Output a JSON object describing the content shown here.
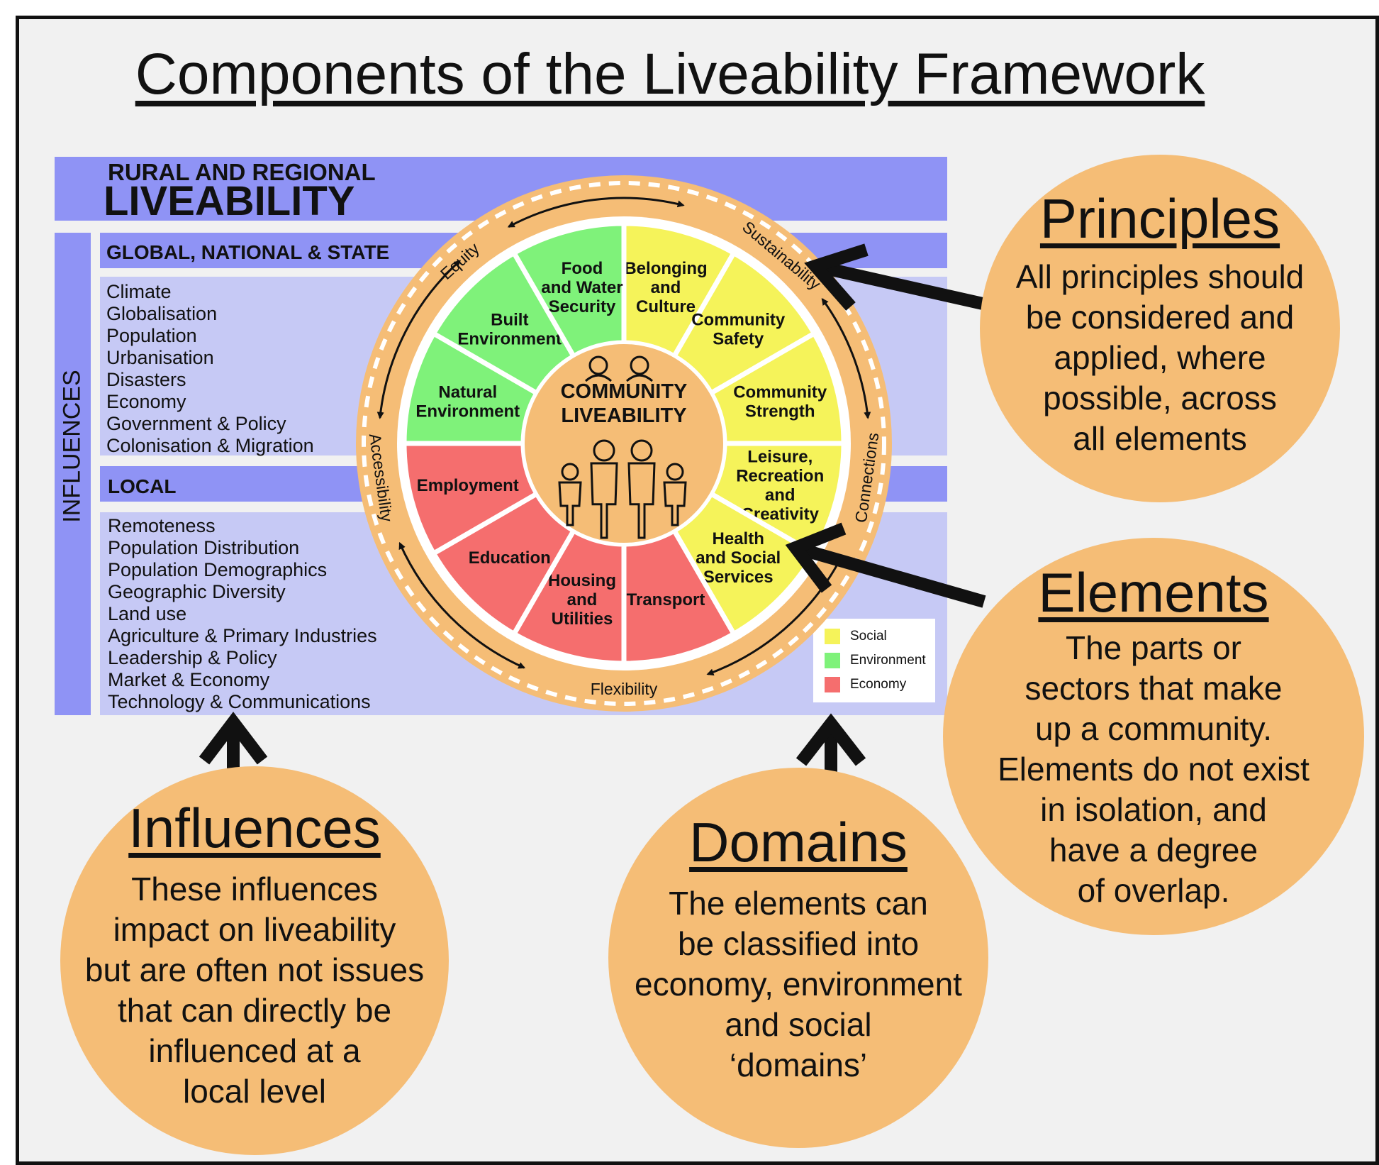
{
  "title": "Components of the Liveability Framework",
  "top_banner": {
    "line1": "RURAL AND REGIONAL",
    "line2": "LIVEABILITY"
  },
  "influences_label": "INFLUENCES",
  "global_section": {
    "header": "GLOBAL, NATIONAL & STATE",
    "items": [
      "Climate",
      "Globalisation",
      "Population",
      "Urbanisation",
      "Disasters",
      "Economy",
      "Government & Policy",
      "Colonisation & Migration"
    ]
  },
  "local_section": {
    "header": "LOCAL",
    "items": [
      "Remoteness",
      "Population Distribution",
      "Population Demographics",
      "Geographic Diversity",
      "Land use",
      "Agriculture & Primary Industries",
      "Leadership & Policy",
      "Market & Economy",
      "Technology & Communications"
    ]
  },
  "wheel": {
    "center_lines": [
      "COMMUNITY",
      "LIVEABILITY"
    ],
    "principles": [
      "Equity",
      "Sustainability",
      "Connections",
      "Flexibility",
      "Accessibility"
    ],
    "elements": [
      {
        "lines": [
          "Belonging",
          "and",
          "Culture"
        ],
        "domain": "social"
      },
      {
        "lines": [
          "Community",
          "Safety"
        ],
        "domain": "social"
      },
      {
        "lines": [
          "Community",
          "Strength"
        ],
        "domain": "social"
      },
      {
        "lines": [
          "Leisure,",
          "Recreation",
          "and",
          "Creativity"
        ],
        "domain": "social"
      },
      {
        "lines": [
          "Health",
          "and Social",
          "Services"
        ],
        "domain": "social"
      },
      {
        "lines": [
          "Transport"
        ],
        "domain": "economy"
      },
      {
        "lines": [
          "Housing",
          "and",
          "Utilities"
        ],
        "domain": "economy"
      },
      {
        "lines": [
          "Education"
        ],
        "domain": "economy"
      },
      {
        "lines": [
          "Employment"
        ],
        "domain": "economy"
      },
      {
        "lines": [
          "Natural",
          "Environment"
        ],
        "domain": "environment"
      },
      {
        "lines": [
          "Built",
          "Environment"
        ],
        "domain": "environment"
      },
      {
        "lines": [
          "Food",
          "and Water",
          "Security"
        ],
        "domain": "environment"
      }
    ]
  },
  "legend": [
    {
      "label": "Social",
      "color": "#f5f35a"
    },
    {
      "label": "Environment",
      "color": "#7ff27a"
    },
    {
      "label": "Economy",
      "color": "#f56e6e"
    }
  ],
  "colors": {
    "social": "#f5f35a",
    "environment": "#7ff27a",
    "economy": "#f56e6e",
    "band_dark": "#8f93f5",
    "band_light": "#c6c9f5",
    "bubble": "#f5bd76"
  },
  "bubbles": {
    "principles": {
      "heading": "Principles",
      "lines": [
        "All principles should",
        "be considered and",
        "applied, where",
        "possible, across",
        "all elements"
      ]
    },
    "elements": {
      "heading": "Elements",
      "lines": [
        "The parts or",
        "sectors that make",
        "up a community.",
        "Elements do not exist",
        "in isolation, and",
        "have a degree",
        "of overlap."
      ]
    },
    "influences": {
      "heading": "Influences",
      "lines": [
        "These influences",
        "impact on liveability",
        "but are often not issues",
        "that can directly be",
        "influenced at a",
        "local level"
      ]
    },
    "domains": {
      "heading": "Domains",
      "lines": [
        "The elements can",
        "be classified into",
        "economy, environment",
        "and social",
        "‘domains’"
      ]
    }
  }
}
